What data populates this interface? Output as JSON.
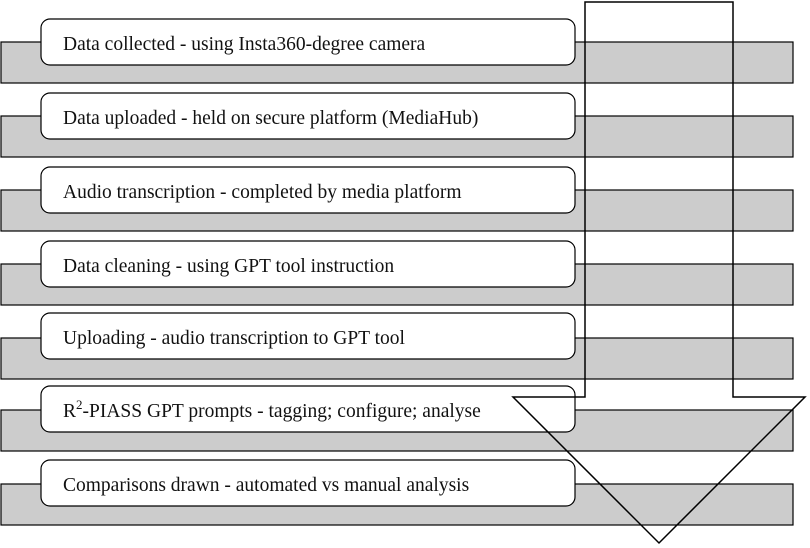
{
  "colors": {
    "bar_fill": "#cccccc",
    "box_fill": "#ffffff",
    "stroke": "#000000",
    "text": "#111111"
  },
  "steps": [
    {
      "label": "Data collected - using Insta360-degree camera"
    },
    {
      "label": "Data uploaded - held on secure platform (MediaHub)"
    },
    {
      "label": "Audio transcription - completed by media platform"
    },
    {
      "label": "Data cleaning - using GPT tool instruction"
    },
    {
      "label": "Uploading - audio transcription to GPT tool"
    },
    {
      "label_prefix": "R",
      "label_superscript": "2",
      "label_rest": "-PIASS GPT prompts - tagging; configure; analyse"
    },
    {
      "label": "Comparisons drawn - automated vs manual analysis"
    }
  ]
}
